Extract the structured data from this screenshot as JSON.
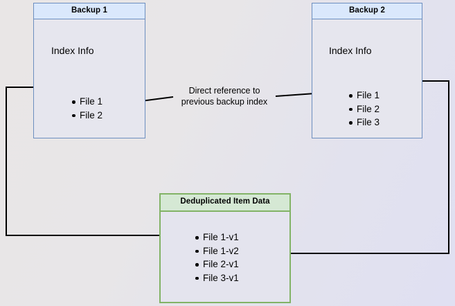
{
  "diagram": {
    "title_note": "Backup deduplication index reference diagram",
    "background": {
      "from_color": "#e9e6e6",
      "to_color": "#e0e0f2"
    },
    "colors": {
      "blue_border": "#6c8ebf",
      "blue_header_fill": "#dae8fc",
      "green_border": "#82b366",
      "green_header_fill": "#d5e8d4",
      "node_fill": "#e6e6ee",
      "edge_color": "#000000"
    },
    "nodes": [
      {
        "id": "backup1",
        "header": "Backup 1",
        "section_label": "Index Info",
        "files": [
          "File 1",
          "File 2"
        ]
      },
      {
        "id": "backup2",
        "header": "Backup 2",
        "section_label": "Index Info",
        "files": [
          "File 1",
          "File 2",
          "File 3"
        ]
      },
      {
        "id": "dedup",
        "header": "Deduplicated Item Data",
        "files": [
          "File 1-v1",
          "File 1-v2",
          "File 2-v1",
          "File 3-v1"
        ]
      }
    ],
    "edge_labels": {
      "direct_reference_line1": "Direct reference to",
      "direct_reference_line2": "previous backup index"
    }
  }
}
